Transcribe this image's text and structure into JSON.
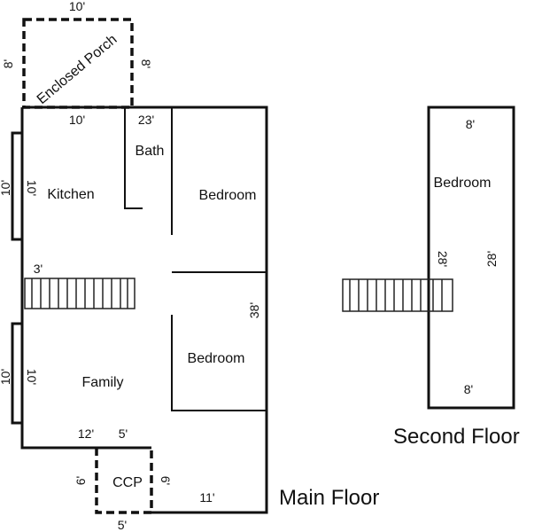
{
  "colors": {
    "line": "#111111",
    "background": "#ffffff"
  },
  "main_floor": {
    "caption": "Main Floor",
    "rooms": {
      "porch": "Enclosed Porch",
      "kitchen": "Kitchen",
      "bath": "Bath",
      "bedroom_top": "Bedroom",
      "bedroom_bottom": "Bedroom",
      "family": "Family",
      "ccp": "CCP"
    },
    "dims": {
      "porch_top": "10'",
      "porch_left": "8'",
      "porch_right": "8'",
      "porch_bottom": "10'",
      "bath_top": "23'",
      "kitchen_side_outer": "10'",
      "kitchen_side_inner": "10'",
      "stair_label": "3'",
      "house_right": "38'",
      "family_side_outer": "10'",
      "family_side_inner": "10'",
      "family_bottom": "12'",
      "ccp_top": "5'",
      "ccp_left": "6'",
      "ccp_right": "6'",
      "ccp_bottom": "5'",
      "bottom_right": "11'"
    }
  },
  "second_floor": {
    "caption": "Second Floor",
    "rooms": {
      "bedroom": "Bedroom"
    },
    "dims": {
      "top": "8'",
      "bottom": "8'",
      "inner_side": "28'",
      "outer_side": "28'"
    }
  }
}
